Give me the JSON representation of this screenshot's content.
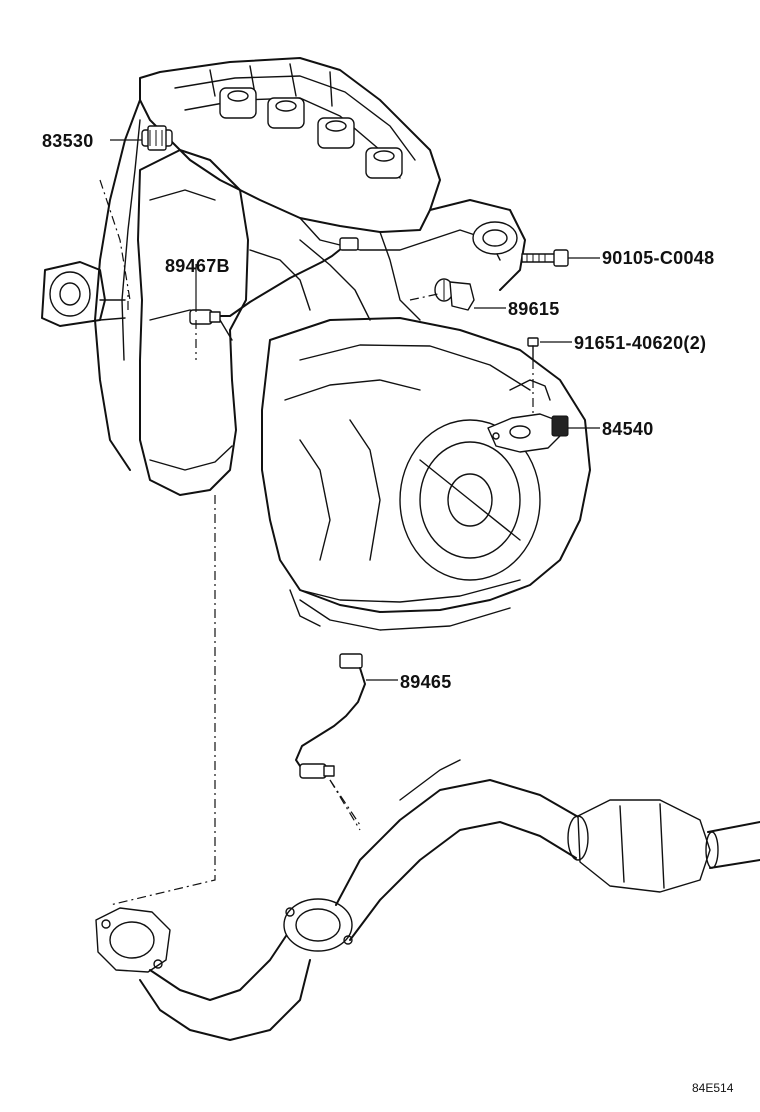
{
  "labels": {
    "p83530": "83530",
    "p89467B": "89467B",
    "p90105": "90105-C0048",
    "p89615": "89615",
    "p91651": "91651-40620(2)",
    "p84540": "84540",
    "p89465": "89465"
  },
  "diagram_code": "84E514"
}
